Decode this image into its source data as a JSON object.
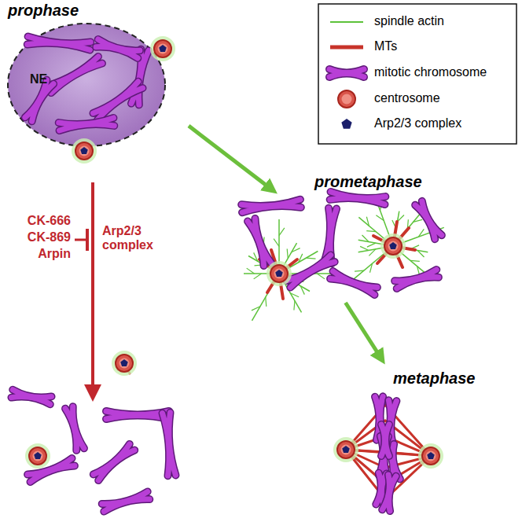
{
  "diagram": {
    "nodes": [
      {
        "text": [
          "prophase"
        ]
      },
      {
        "text": [
          "prometaphase"
        ]
      },
      {
        "text": [
          "metaphase"
        ]
      }
    ],
    "edges": [
      {
        "from": 0,
        "to": 1,
        "arrow": "to"
      },
      {
        "from": 1,
        "to": 2,
        "arrow": "to"
      }
    ],
    "labels": [
      "NE",
      "CK-666",
      "CK-869",
      "Arpin",
      "Arp2/3 complex"
    ],
    "legend": [
      {
        "text": "spindle actin"
      },
      {
        "text": "MTs"
      },
      {
        "text": "mitotic chromosome"
      },
      {
        "text": "centrosome"
      },
      {
        "text": "Arp2/3 complex"
      }
    ]
  }
}
